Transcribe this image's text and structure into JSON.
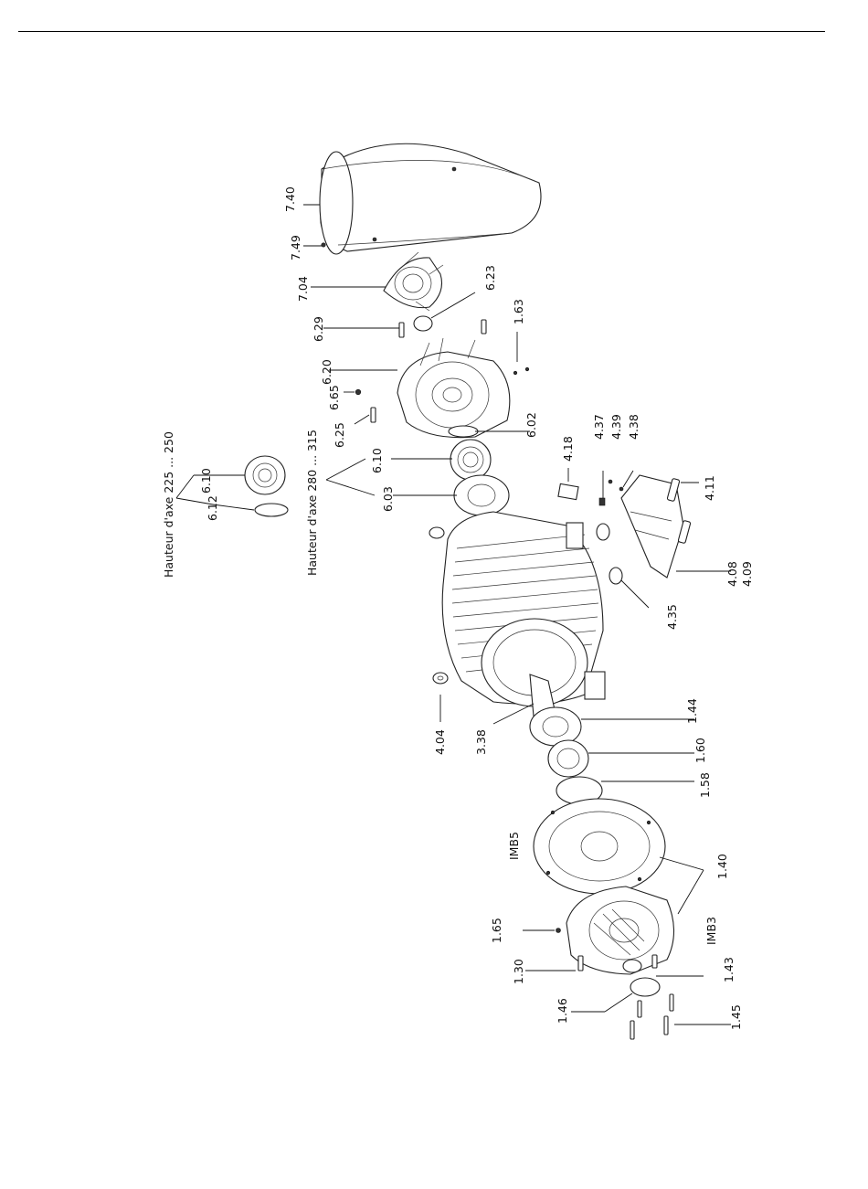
{
  "labels": {
    "l_740": "7.40",
    "l_749": "7.49",
    "l_704": "7.04",
    "l_623": "6.23",
    "l_629": "6.29",
    "l_163": "1.63",
    "l_620": "6.20",
    "l_665": "6.65",
    "l_625": "6.25",
    "l_602": "6.02",
    "l_418": "4.18",
    "l_437": "4.37",
    "l_439": "4.39",
    "l_438": "4.38",
    "l_610a": "6.10",
    "l_612": "6.12",
    "l_610b": "6.10",
    "l_603": "6.03",
    "l_411": "4.11",
    "l_408": "4.08",
    "l_409": "4.09",
    "l_435": "4.35",
    "l_404": "4.04",
    "l_338": "3.38",
    "l_144": "1.44",
    "l_160": "1.60",
    "l_158": "1.58",
    "l_140": "1.40",
    "l_165": "1.65",
    "l_130": "1.30",
    "l_143": "1.43",
    "l_146": "1.46",
    "l_145": "1.45",
    "imb5": "IMB5",
    "imb3": "IMB3",
    "axe_small": "Hauteur d'axe 225 ... 250",
    "axe_large": "Hauteur d'axe 280 ... 315"
  }
}
